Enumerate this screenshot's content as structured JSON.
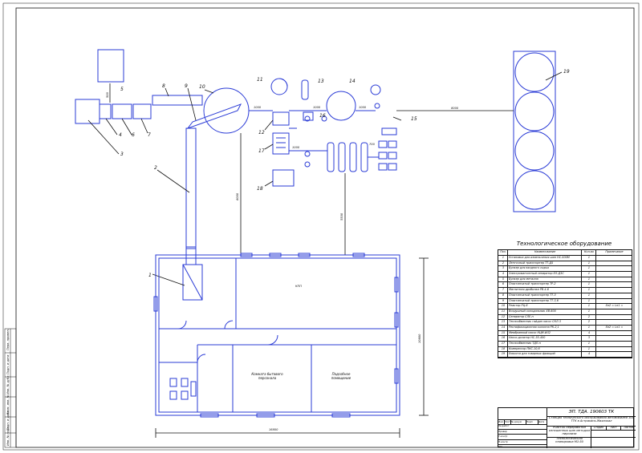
{
  "equipment_table": {
    "title": "Технологическое оборудование",
    "headers": [
      "Поз.",
      "Наименование",
      "Кол-во",
      "Примечание"
    ],
    "rows": [
      [
        "1",
        "Установка для измельчения шин НС-500М",
        "1",
        ""
      ],
      [
        "2",
        "Ленточный транспортер ТТ-Д5",
        "1",
        ""
      ],
      [
        "3",
        "Бункер для входного сырья",
        "1",
        ""
      ],
      [
        "4",
        "Электромагнитный сепаратор ЕЛ-Д3С",
        "1",
        ""
      ],
      [
        "5",
        "Бункер для металла",
        "1",
        ""
      ],
      [
        "6",
        "Пластинчатый транспортер ТР-2",
        "1",
        ""
      ],
      [
        "7",
        "Магнитная дробилка РВ-4-6",
        "1",
        ""
      ],
      [
        "8",
        "Пластинчатый транспортер ТТ-3",
        "1",
        ""
      ],
      [
        "9",
        "Пластинчатый транспортер ТТ-3,6",
        "1",
        ""
      ],
      [
        "10",
        "Реактор РЦ-6",
        "1",
        "Sн2 = Lн1 ="
      ],
      [
        "11",
        "Воздушный холодильник ХВ-600",
        "1",
        ""
      ],
      [
        "12",
        "Сепаратор СЛЕ-н",
        "2",
        ""
      ],
      [
        "13",
        "Теплообменник гайдин насос СКЛ-3",
        "2",
        ""
      ],
      [
        "14",
        "Ректификационная колонна РК-2,1",
        "1",
        "Sн2 = Lн1 ="
      ],
      [
        "15",
        "Мембранный насос НЦМ-Ф32",
        "4",
        ""
      ],
      [
        "16",
        "Насос-дозатор НС-35-400",
        "3",
        ""
      ],
      [
        "17",
        "Теплообменник ТДП-н",
        "1",
        ""
      ],
      [
        "18",
        "Компрессор ПКС-10,6",
        "1",
        ""
      ],
      [
        "19",
        "Емкости для товарных фракций",
        "4",
        ""
      ]
    ]
  },
  "title_block": {
    "doc_number": "ЭП. ТДА. 190603 ТК",
    "project_title": "Станция технического обслуживания автомобилей 300 ТТК в Астрахань-Махачкал",
    "section_title": "Участок переработки изношенных шин методом пиролиза",
    "drawing_title": "Технологическая планировка М1:50",
    "columns": [
      "Изм",
      "Лист",
      "№ докум",
      "Подп",
      "Дата"
    ],
    "roles": [
      "Разработ",
      "Провер",
      "Т.контр",
      "Н.контр",
      "Утв"
    ],
    "stage_headers": [
      "Стадия",
      "Лист",
      "Листов"
    ]
  },
  "margin_stamp": [
    "Инв. № подл",
    "Подп. и дата",
    "Взам. инв. №",
    "Инв. № дубл.",
    "Подп. и дата",
    "Перв. примен."
  ],
  "positions": [
    "1",
    "2",
    "3",
    "4",
    "5",
    "6",
    "7",
    "8",
    "9",
    "10",
    "11",
    "12",
    "13",
    "14",
    "15",
    "16",
    "17",
    "18",
    "19"
  ],
  "dimensions": {
    "d500": "500",
    "d1000a": "1000",
    "d1000b": "1000",
    "d1000c": "1000",
    "d1000d": "1000",
    "d700": "700",
    "d8000": "8000",
    "d6000": "6000",
    "d5500": "5500",
    "d16800": "16800",
    "d10800": "10800"
  },
  "rooms": {
    "main": "КПП",
    "lounge": "Комната бытового персонала",
    "auxiliary": "Подсобное помещение"
  }
}
